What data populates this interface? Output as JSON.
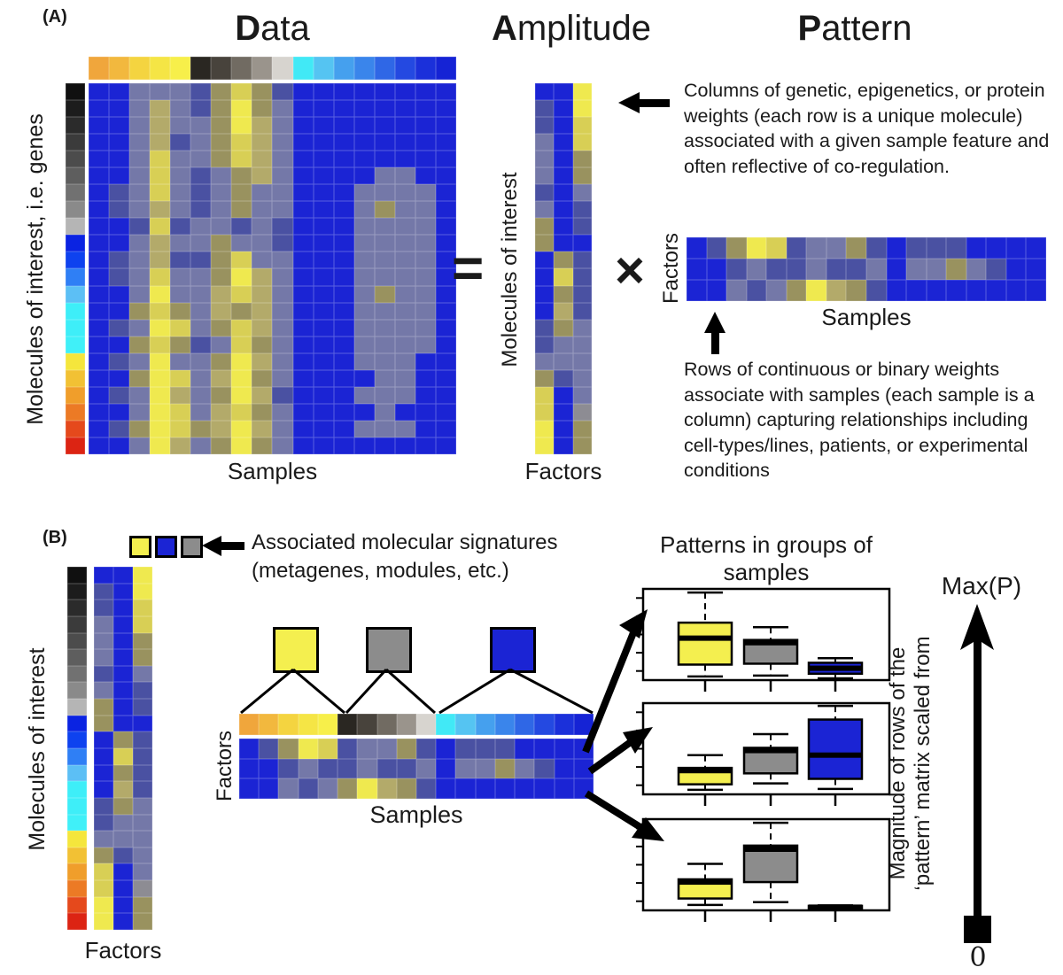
{
  "panel_a": {
    "label": "(A)",
    "titles": {
      "data_lead": "D",
      "data_rest": "ata",
      "amplitude_lead": "A",
      "amplitude_rest": "mplitude",
      "pattern_lead": "P",
      "pattern_rest": "attern"
    },
    "equals": "=",
    "times": "×",
    "data_left_label": "Molecules of interest, i.e. genes",
    "data_bottom_label": "Samples",
    "amplitude_left_label": "Molecules of interest",
    "amplitude_bottom_label": "Factors",
    "pattern_left_label": "Factors",
    "pattern_bottom_label": "Samples",
    "annotation_amplitude": "Columns of genetic, epigenetics, or protein weights (each row is a unique molecule) associated with a given sample feature and often reflective of co-regulation.",
    "annotation_pattern": "Rows of continuous or binary weights associate with samples (each sample is a column) capturing relationships including cell-types/lines, patients, or experimental conditions"
  },
  "panel_b": {
    "label": "(B)",
    "legend_line1": "Associated molecular signatures",
    "legend_line2": "(metagenes, modules, etc.)",
    "legend_colors": [
      "#f4ef4f",
      "#1b24d4",
      "#8c8c8c"
    ],
    "signature_square_colors": [
      "#f4ef4f",
      "#8c8c8c",
      "#1b24d4"
    ],
    "amplitude_left_label": "Molecules of interest",
    "amplitude_bottom_label": "Factors",
    "pattern_left_label": "Factors",
    "pattern_bottom_label": "Samples",
    "boxplot_title": "Patterns in groups of samples",
    "scale_top": "Max(P)",
    "scale_bottom": "0",
    "scale_label_line1": "Magnitude of rows of the",
    "scale_label_line2": "‘pattern’ matrix scaled from"
  },
  "icons": {
    "amplitude_pointer": "left-arrow",
    "pattern_pointer": "up-arrow",
    "legend_pointer": "left-arrow",
    "flow_arrows": "thick-diagonal-arrows",
    "scale_arrow": "up-arrow-with-origin-square"
  },
  "palette": {
    "B": "#1b24d4",
    "b": "#4a51a2",
    "s": "#7478a8",
    "g": "#8d8c93",
    "o": "#99925f",
    "k": "#b3aa6a",
    "y": "#d8cf55",
    "Y": "#efe94f"
  },
  "strip_colors": [
    "#f0a63c",
    "#f2b83e",
    "#f4d440",
    "#f5e545",
    "#f7ef4a",
    "#2a2722",
    "#48433c",
    "#716b62",
    "#9a948c",
    "#d7d4cf",
    "#41e9f6",
    "#55c4f2",
    "#45a0ee",
    "#3a85eb",
    "#2f67e6",
    "#2449e1",
    "#1b30da",
    "#1523d5"
  ],
  "gene_bar_colors": [
    "#101010",
    "#1c1c1c",
    "#2b2b2b",
    "#3b3b3b",
    "#4c4c4c",
    "#5e5e5e",
    "#717171",
    "#8a8a8a",
    "#b5b5b5",
    "#0a23e2",
    "#0e42ef",
    "#2f7ff5",
    "#5cbff5",
    "#3eeef8",
    "#3eeef8",
    "#40f0f8",
    "#f5e63c",
    "#f2c134",
    "#f09e2b",
    "#ec7a25",
    "#e5491c",
    "#dc2413"
  ],
  "matrices": {
    "data": [
      "BBsssboyobBBBBBBBB",
      "BBsksboYosBBBBBBBB",
      "BBskssoYksBBBBBBBB",
      "BBskbsoyksBBBBBBBB",
      "BBsyssoyksBBBBBBBB",
      "BBsysbsoksBBBBssBB",
      "BbsysbsossBBBssssB",
      "BbsksbsossBBBsossB",
      "BBbybssbsbBBBssssB",
      "BBskssossbBBBssssB",
      "BbskbboyssBBBssssB",
      "BbsyssoYksBBBssssB",
      "BBsYsskyksBBBsossB",
      "BBoyoskoksBBBssssB",
      "BbsYysoyksBBBssssB",
      "BBoyobsyosBBBssssB",
      "BbsYssoYksBBBsssBB",
      "BBoYyskYosBBBBssBB",
      "BbsYksoYkbBBBsssBB",
      "BBsYyskyosBBBBsBBB",
      "BboYyokYksBBBsssBB",
      "BBsYksoYosBBBBBBBB"
    ],
    "amplitude": [
      "BBY",
      "bBY",
      "bBy",
      "sBy",
      "sBo",
      "sBo",
      "bBs",
      "sBb",
      "oBb",
      "oBB",
      "Bob",
      "Byb",
      "Bob",
      "Bkb",
      "bos",
      "bss",
      "sss",
      "obs",
      "yBs",
      "yBg",
      "YBo",
      "YBo"
    ],
    "pattern": [
      "BboYybssobBbbbBBBB",
      "BBbsbbsbbsBssosbBB",
      "BBsbsoYkobBBBBBBBB"
    ]
  },
  "chart_data": [
    {
      "type": "boxplot",
      "panel": 1,
      "title": "Patterns in groups of samples",
      "groups": [
        "yellow",
        "gray",
        "blue"
      ],
      "ylim": [
        0,
        1
      ],
      "stats": [
        {
          "group": "yellow",
          "whisker_low": 0.04,
          "q1": 0.17,
          "median": 0.46,
          "q3": 0.63,
          "whisker_high": 0.96
        },
        {
          "group": "gray",
          "whisker_low": 0.05,
          "q1": 0.18,
          "median": 0.41,
          "q3": 0.44,
          "whisker_high": 0.58
        },
        {
          "group": "blue",
          "whisker_low": 0.02,
          "q1": 0.07,
          "median": 0.13,
          "q3": 0.19,
          "whisker_high": 0.24
        }
      ]
    },
    {
      "type": "boxplot",
      "panel": 2,
      "groups": [
        "yellow",
        "gray",
        "blue"
      ],
      "ylim": [
        0,
        1
      ],
      "stats": [
        {
          "group": "yellow",
          "whisker_low": 0.05,
          "q1": 0.11,
          "median": 0.26,
          "q3": 0.29,
          "whisker_high": 0.43
        },
        {
          "group": "gray",
          "whisker_low": 0.12,
          "q1": 0.23,
          "median": 0.48,
          "q3": 0.51,
          "whisker_high": 0.66
        },
        {
          "group": "blue",
          "whisker_low": 0.06,
          "q1": 0.17,
          "median": 0.43,
          "q3": 0.82,
          "whisker_high": 0.97
        }
      ]
    },
    {
      "type": "boxplot",
      "panel": 3,
      "groups": [
        "yellow",
        "gray",
        "blue"
      ],
      "ylim": [
        0,
        1
      ],
      "stats": [
        {
          "group": "yellow",
          "whisker_low": 0.06,
          "q1": 0.13,
          "median": 0.31,
          "q3": 0.34,
          "whisker_high": 0.51
        },
        {
          "group": "gray",
          "whisker_low": 0.09,
          "q1": 0.31,
          "median": 0.67,
          "q3": 0.71,
          "whisker_high": 0.96
        },
        {
          "group": "blue",
          "whisker_low": 0.015,
          "q1": 0.02,
          "median": 0.035,
          "q3": 0.05,
          "whisker_high": 0.055
        }
      ]
    }
  ],
  "group_colors": {
    "yellow": "#f4ef4f",
    "gray": "#8c8c8c",
    "blue": "#1b24d4"
  }
}
